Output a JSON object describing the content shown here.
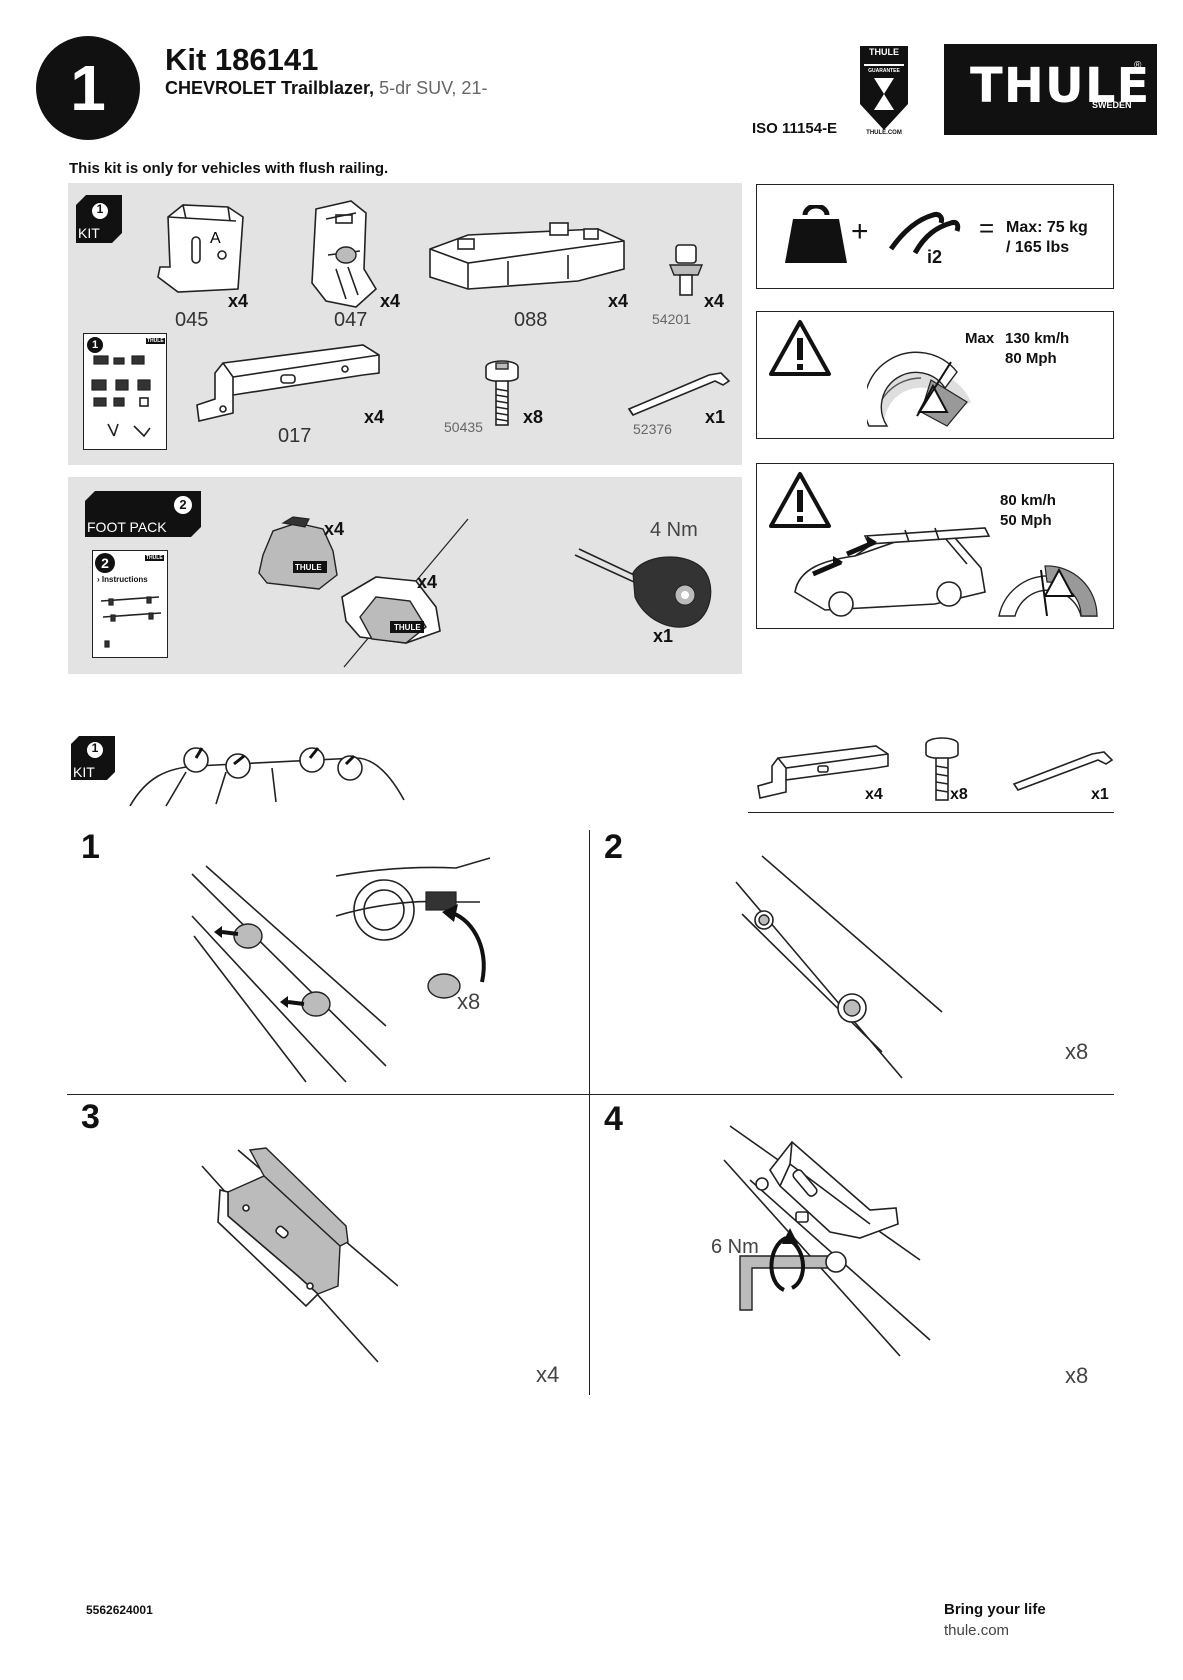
{
  "header": {
    "step_badge": "1",
    "kit_title": "Kit 186141",
    "vehicle_bold": "CHEVROLET Trailblazer,",
    "vehicle_rest": " 5-dr SUV, 21-",
    "iso": "ISO 11154-E",
    "guarantee_top": "THULE",
    "guarantee_mid": "GUARANTEE",
    "guarantee_bottom": "THULE.COM",
    "logo_text": "THULE",
    "logo_sub": "SWEDEN",
    "logo_reg": "®"
  },
  "notice": "This kit is only for vehicles with flush railing.",
  "kit_panel": {
    "badge_num": "1",
    "badge_label": "KIT",
    "parts": [
      {
        "code": "045",
        "qty": "x4"
      },
      {
        "code": "047",
        "qty": "x4"
      },
      {
        "code": "088",
        "qty": "x4"
      },
      {
        "code": "54201",
        "qty": "x4"
      },
      {
        "code": "017",
        "qty": "x4"
      },
      {
        "code": "50435",
        "qty": "x8"
      },
      {
        "code": "52376",
        "qty": "x1"
      }
    ],
    "booklet_num": "1",
    "booklet_brand": "THULE"
  },
  "foot_panel": {
    "badge_num": "2",
    "badge_label": "FOOT PACK",
    "booklet_num": "2",
    "booklet_brand": "THULE",
    "booklet_title": "› Instructions",
    "foot_qty_1": "x4",
    "foot_qty_2": "x4",
    "foot_brand": "THULE",
    "torque": "4 Nm",
    "tool_qty": "x1"
  },
  "load_box": {
    "plus": "+",
    "info_badge": "i2",
    "equals": "=",
    "max_line1": "Max: 75 kg",
    "max_line2": "/ 165 lbs"
  },
  "speed_box": {
    "max_label": "Max",
    "kmh": "130 km/h",
    "mph": "80 Mph"
  },
  "speed_box2": {
    "kmh": "80 km/h",
    "mph": "50 Mph"
  },
  "step_kit": {
    "badge_num": "1",
    "badge_label": "KIT",
    "qty_1": "x4",
    "qty_2": "x8",
    "qty_3": "x1"
  },
  "steps": [
    {
      "num": "1",
      "qty": "x8"
    },
    {
      "num": "2",
      "qty": "x8"
    },
    {
      "num": "3",
      "qty": "x4"
    },
    {
      "num": "4",
      "qty": "x8",
      "torque": "6 Nm"
    }
  ],
  "footer": {
    "doc_number": "5562624001",
    "slogan": "Bring your life",
    "website": "thule.com"
  }
}
